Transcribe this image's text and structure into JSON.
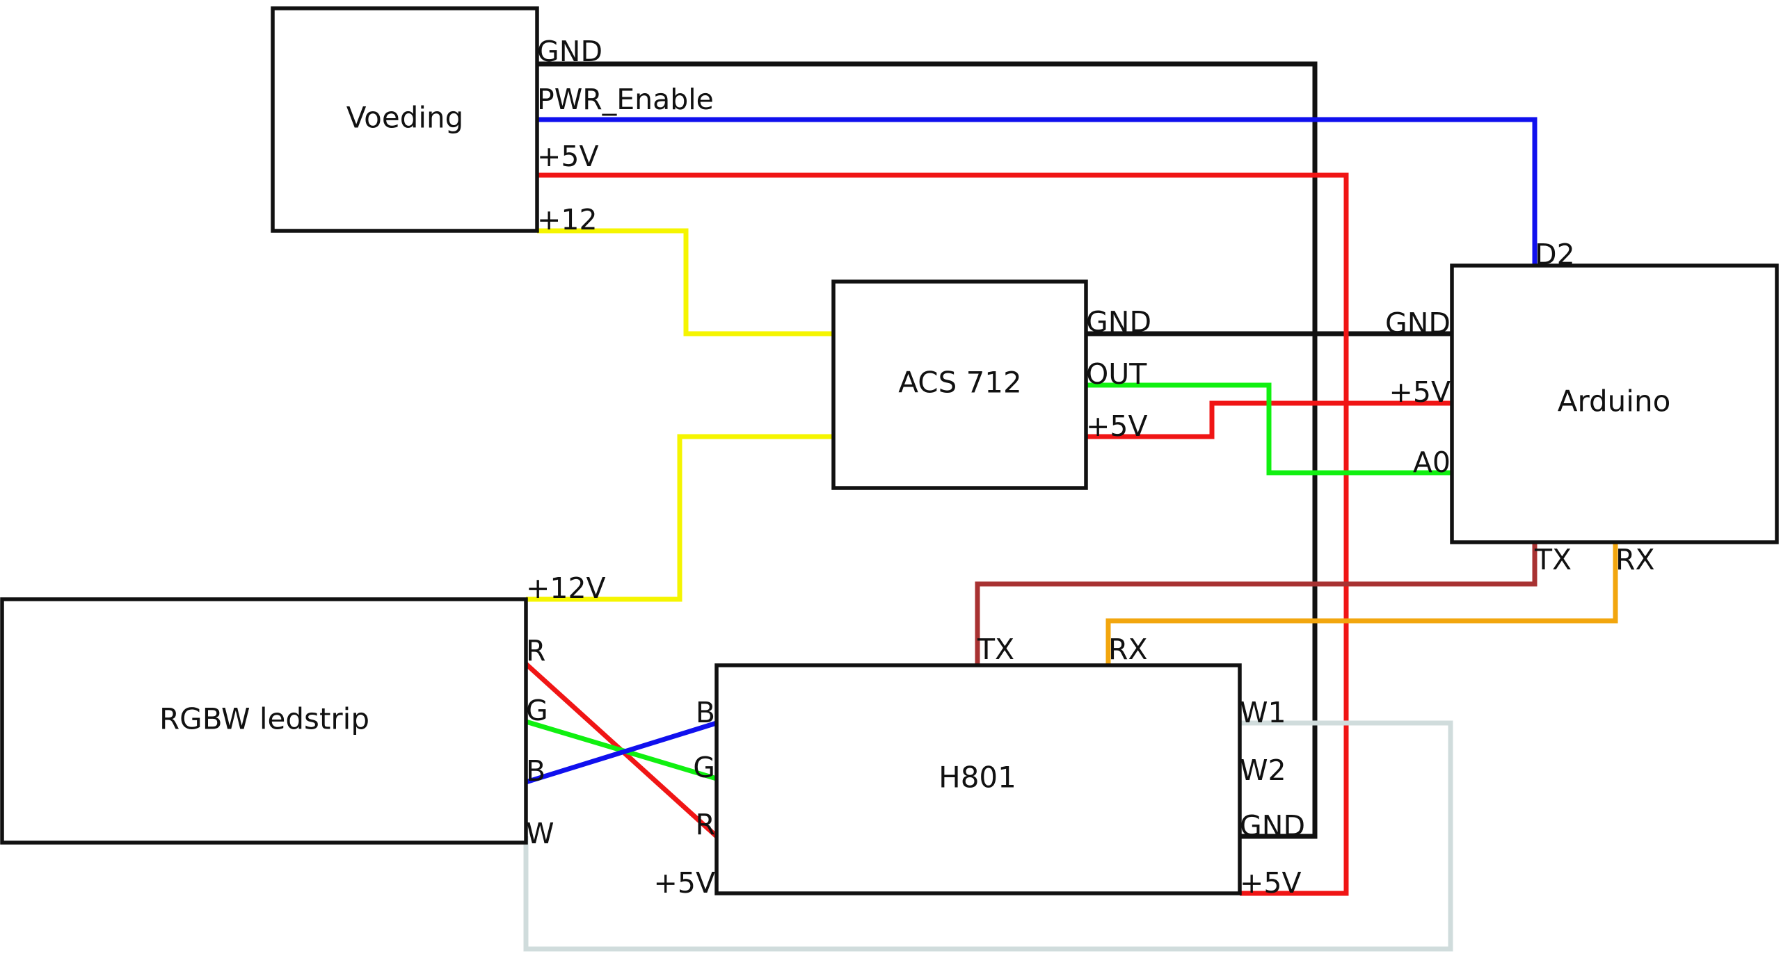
{
  "colors": {
    "gnd": "#111111",
    "pwr_enable": "#1010ee",
    "plus5v": "#f01515",
    "plus12v": "#f5f500",
    "out_a0": "#10f010",
    "tx": "#a83232",
    "rx": "#f2a60e",
    "led_w": "#d0dcdc"
  },
  "blocks": {
    "voeding": {
      "title": "Voeding",
      "pins": {
        "gnd": "GND",
        "pwr_enable": "PWR_Enable",
        "plus5v": "+5V",
        "plus12": "+12"
      }
    },
    "acs712": {
      "title": "ACS 712",
      "pins": {
        "gnd": "GND",
        "out": "OUT",
        "plus5v": "+5V"
      }
    },
    "arduino": {
      "title": "Arduino",
      "pins": {
        "d2": "D2",
        "gnd": "GND",
        "plus5v": "+5V",
        "a0": "A0",
        "tx": "TX",
        "rx": "RX"
      }
    },
    "ledstrip": {
      "title": "RGBW ledstrip",
      "pins": {
        "plus12v": "+12V",
        "r": "R",
        "g": "G",
        "b": "B",
        "w": "W"
      }
    },
    "h801": {
      "title": "H801",
      "pins": {
        "tx": "TX",
        "rx": "RX",
        "b": "B",
        "g": "G",
        "r": "R",
        "plus5v_left": "+5V",
        "w1": "W1",
        "w2": "W2",
        "gnd": "GND",
        "plus5v_right": "+5V"
      }
    }
  }
}
